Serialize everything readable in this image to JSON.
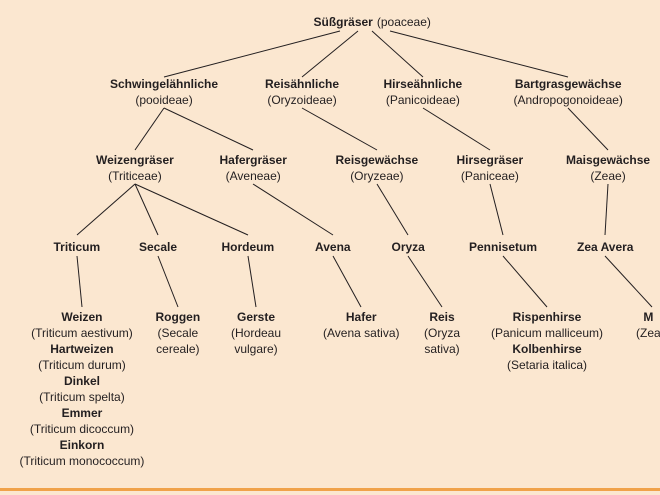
{
  "nodes": [
    {
      "id": "root",
      "lines": [
        {
          "t": "Süßgräser",
          "b": true,
          "inline": true
        },
        {
          "t": "(poaceae)"
        }
      ]
    },
    {
      "id": "pooideae",
      "lines": [
        {
          "t": "Schwingelähnliche",
          "b": true
        },
        {
          "t": "(pooideae)"
        }
      ]
    },
    {
      "id": "oryzoideae",
      "lines": [
        {
          "t": "Reisähnliche",
          "b": true
        },
        {
          "t": "(Oryzoideae)"
        }
      ]
    },
    {
      "id": "panicoideae",
      "lines": [
        {
          "t": "Hirseähnliche",
          "b": true
        },
        {
          "t": "(Panicoideae)"
        }
      ]
    },
    {
      "id": "andropogonoideae",
      "lines": [
        {
          "t": "Bartgrasgewächse",
          "b": true
        },
        {
          "t": "(Andropogonoideae)"
        }
      ]
    },
    {
      "id": "triticeae",
      "lines": [
        {
          "t": "Weizengräser",
          "b": true
        },
        {
          "t": "(Triticeae)"
        }
      ]
    },
    {
      "id": "aveneae",
      "lines": [
        {
          "t": "Hafergräser",
          "b": true
        },
        {
          "t": "(Aveneae)"
        }
      ]
    },
    {
      "id": "oryzeae",
      "lines": [
        {
          "t": "Reisgewächse",
          "b": true
        },
        {
          "t": "(Oryzeae)"
        }
      ]
    },
    {
      "id": "paniceae",
      "lines": [
        {
          "t": "Hirsegräser",
          "b": true
        },
        {
          "t": "(Paniceae)"
        }
      ]
    },
    {
      "id": "zeae",
      "lines": [
        {
          "t": "Maisgewächse",
          "b": true
        },
        {
          "t": "(Zeae)"
        }
      ]
    },
    {
      "id": "triticum",
      "lines": [
        {
          "t": "Triticum",
          "b": true
        }
      ]
    },
    {
      "id": "secale",
      "lines": [
        {
          "t": "Secale",
          "b": true
        }
      ]
    },
    {
      "id": "hordeum",
      "lines": [
        {
          "t": "Hordeum",
          "b": true
        }
      ]
    },
    {
      "id": "avena",
      "lines": [
        {
          "t": "Avena",
          "b": true
        }
      ]
    },
    {
      "id": "oryza",
      "lines": [
        {
          "t": "Oryza",
          "b": true
        }
      ]
    },
    {
      "id": "pennisetum",
      "lines": [
        {
          "t": "Pennisetum",
          "b": true
        }
      ]
    },
    {
      "id": "zea",
      "lines": [
        {
          "t": "Zea Avera",
          "b": true
        }
      ]
    },
    {
      "id": "wheat",
      "lines": [
        {
          "t": "Weizen",
          "b": true
        },
        {
          "t": "(Triticum aestivum)"
        },
        {
          "t": "Hartweizen",
          "b": true
        },
        {
          "t": "(Triticum durum)"
        },
        {
          "t": "Dinkel",
          "b": true
        },
        {
          "t": "(Triticum spelta)"
        },
        {
          "t": "Emmer",
          "b": true
        },
        {
          "t": "(Triticum dicoccum)"
        },
        {
          "t": "Einkorn",
          "b": true
        },
        {
          "t": "(Triticum monococcum)"
        }
      ]
    },
    {
      "id": "rye",
      "lines": [
        {
          "t": "Roggen",
          "b": true
        },
        {
          "t": "(Secale"
        },
        {
          "t": "cereale)"
        }
      ]
    },
    {
      "id": "barley",
      "lines": [
        {
          "t": "Gerste",
          "b": true
        },
        {
          "t": "(Hordeau"
        },
        {
          "t": "vulgare)"
        }
      ]
    },
    {
      "id": "oat",
      "lines": [
        {
          "t": "Hafer",
          "b": true
        },
        {
          "t": "(Avena sativa)"
        }
      ]
    },
    {
      "id": "rice",
      "lines": [
        {
          "t": "Reis",
          "b": true
        },
        {
          "t": "(Oryza"
        },
        {
          "t": "sativa)"
        }
      ]
    },
    {
      "id": "millet",
      "lines": [
        {
          "t": "Rispenhirse",
          "b": true
        },
        {
          "t": "(Panicum malliceum)"
        },
        {
          "t": "Kolbenhirse",
          "b": true
        },
        {
          "t": "(Setaria italica)"
        }
      ]
    },
    {
      "id": "maize",
      "lines": [
        {
          "t": "M",
          "b": true
        },
        {
          "t": "(Zea"
        }
      ]
    }
  ],
  "edges": [
    [
      "root",
      "pooideae"
    ],
    [
      "root",
      "oryzoideae"
    ],
    [
      "root",
      "panicoideae"
    ],
    [
      "root",
      "andropogonoideae"
    ],
    [
      "pooideae",
      "triticeae"
    ],
    [
      "pooideae",
      "aveneae"
    ],
    [
      "oryzoideae",
      "oryzeae"
    ],
    [
      "panicoideae",
      "paniceae"
    ],
    [
      "andropogonoideae",
      "zeae"
    ],
    [
      "triticeae",
      "triticum"
    ],
    [
      "triticeae",
      "secale"
    ],
    [
      "triticeae",
      "hordeum"
    ],
    [
      "aveneae",
      "avena"
    ],
    [
      "oryzeae",
      "oryza"
    ],
    [
      "paniceae",
      "pennisetum"
    ],
    [
      "zeae",
      "zea"
    ],
    [
      "triticum",
      "wheat"
    ],
    [
      "secale",
      "rye"
    ],
    [
      "hordeum",
      "barley"
    ],
    [
      "avena",
      "oat"
    ],
    [
      "oryza",
      "rice"
    ],
    [
      "pennisetum",
      "millet"
    ],
    [
      "zea",
      "maize"
    ]
  ],
  "colors": {
    "background": "#fbe7d0",
    "line": "#231f20",
    "rule": "#f0a24a"
  }
}
